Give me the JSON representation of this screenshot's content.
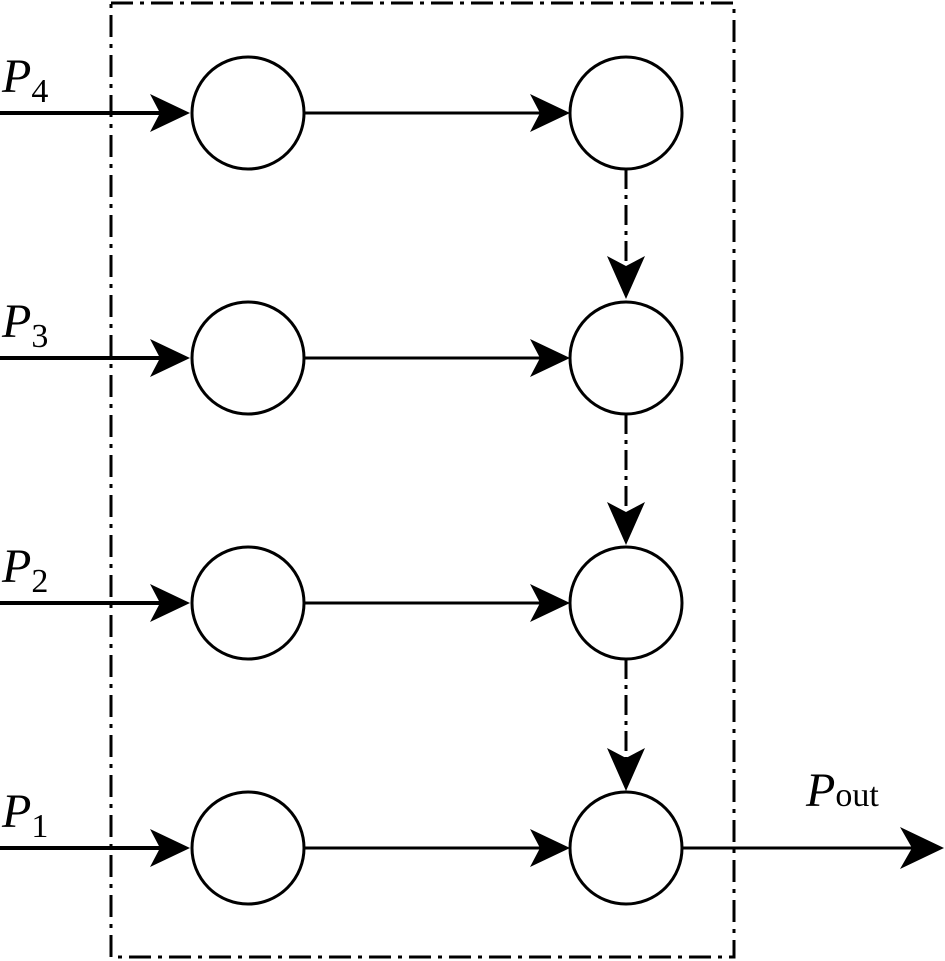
{
  "inputs": [
    {
      "symbol": "P",
      "subscript": "4"
    },
    {
      "symbol": "P",
      "subscript": "3"
    },
    {
      "symbol": "P",
      "subscript": "2"
    },
    {
      "symbol": "P",
      "subscript": "1"
    }
  ],
  "output": {
    "symbol": "P",
    "subscript": "out"
  },
  "colors": {
    "stroke": "#000000",
    "background": "#ffffff"
  }
}
